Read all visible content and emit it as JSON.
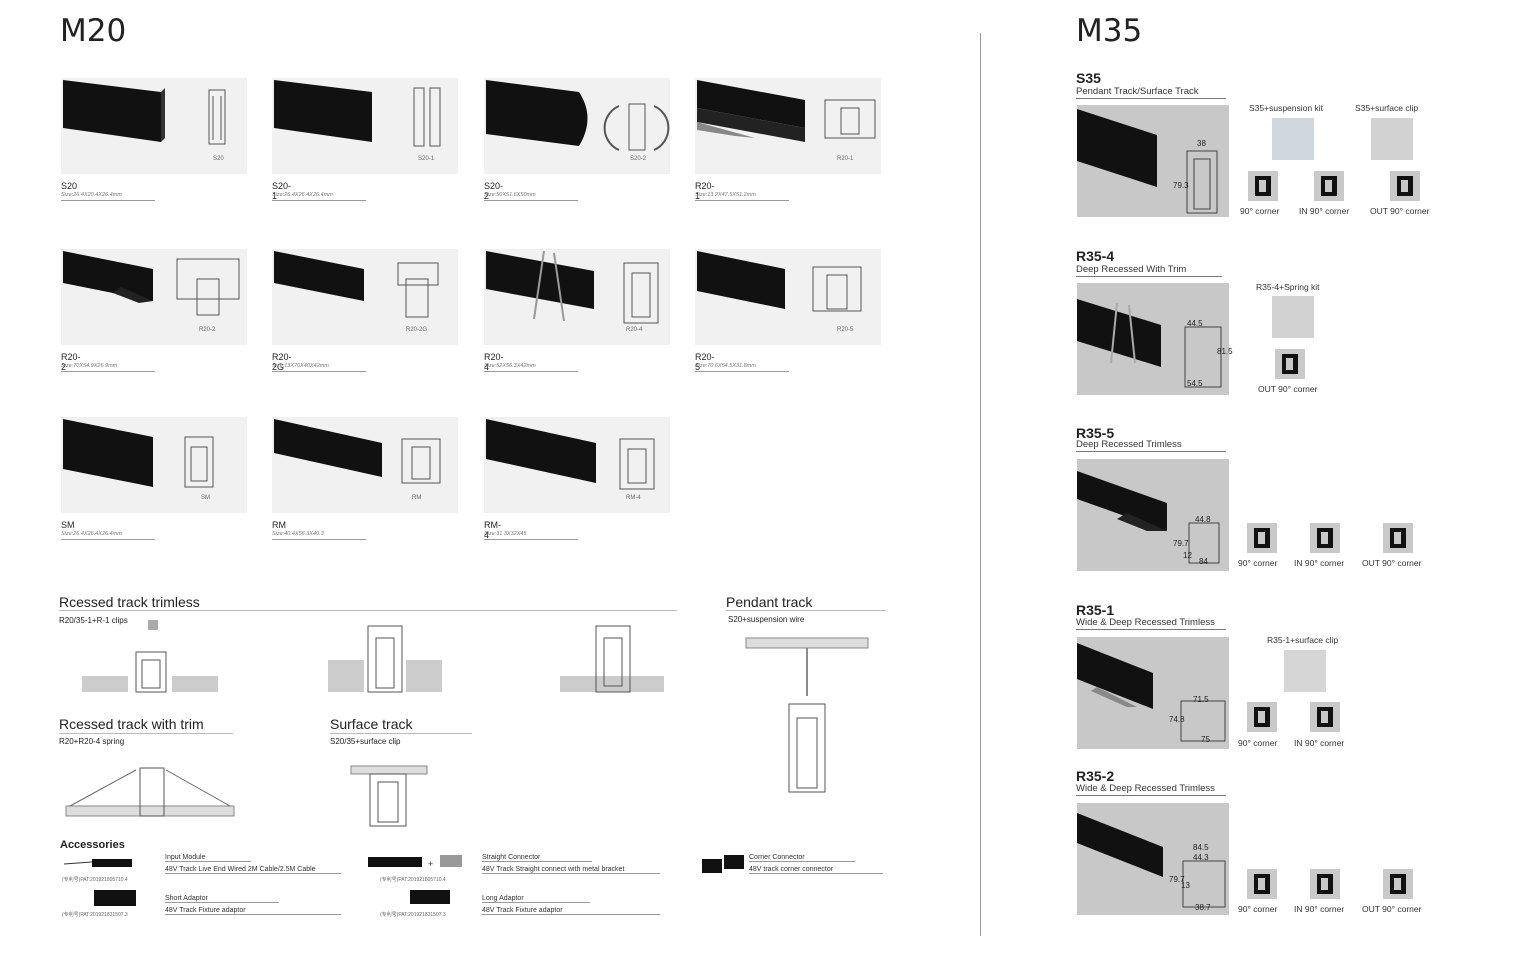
{
  "left_heading": "M20",
  "right_heading": "M35",
  "m20_products": [
    {
      "name": "S20",
      "size": "Size:26.4X20.4X26.4mm",
      "tag": "S20"
    },
    {
      "name": "S20-1",
      "size": "Size:26.4X26.4X26.4mm",
      "tag": "S20-1"
    },
    {
      "name": "S20-2",
      "size": "Size:50X51.6X50mm",
      "tag": "S20-2"
    },
    {
      "name": "R20-1",
      "size": "Size:13.2X47.5X51.2mm",
      "tag": "R20-1"
    },
    {
      "name": "R20-2",
      "size": "Size:70X54.9X26.9mm",
      "tag": "R20-2"
    },
    {
      "name": "R20-2G",
      "size": "Size:13X70X40X42mm",
      "tag": "R20-2G"
    },
    {
      "name": "R20-4",
      "size": "Size:52X56.3X42mm",
      "tag": "R20-4"
    },
    {
      "name": "R20-5",
      "size": "Size:70.6X54.5X31.8mm",
      "tag": "R20-5"
    },
    {
      "name": "SM",
      "size": "Size:26.4X26.4X26.4mm",
      "tag": "SM"
    },
    {
      "name": "RM",
      "size": "Size:40.4X56.3X40.3",
      "tag": "RM"
    },
    {
      "name": "RM-4",
      "size": "Size:31.3X32X45",
      "tag": "RM-4"
    }
  ],
  "installs": {
    "trimless": {
      "title": "Rcessed track trimless",
      "sub": "R20/35-1+R-1 clips"
    },
    "with_trim": {
      "title": "Rcessed track with trim",
      "sub": "R20+R20-4 spring"
    },
    "surface": {
      "title": "Surface track",
      "sub": "S20/35+surface clip"
    },
    "pendant": {
      "title": "Pendant track",
      "sub": "S20+suspension wire"
    }
  },
  "accessories": {
    "title": "Accessories",
    "items": [
      {
        "name": "Input Module",
        "desc": "48V Track Live End Wired 2M Cable/2.5M Cable",
        "pat": "(专利号)PAT:201921805710.4"
      },
      {
        "name": "Short Adaptor",
        "desc": "48V Track Fixture adaptor",
        "pat": "(专利号)PAT:201921831507.3"
      },
      {
        "name": "Straight Connector",
        "desc": "48V Track Straight connect with metal bracket",
        "pat": "(专利号)PAT:201921805710.4"
      },
      {
        "name": "Long Adaptor",
        "desc": "48V Track Fixture adaptor",
        "pat": "(专利号)PAT:201921831507.3"
      },
      {
        "name": "Corner Connector",
        "desc": "48V track corner connector"
      }
    ]
  },
  "m35": [
    {
      "code": "S35",
      "name": "Pendant Track/Surface Track",
      "dims": [
        "38",
        "79.3"
      ],
      "kits": [
        "S35+suspension kit",
        "S35+surface clip"
      ],
      "corners": [
        "90° corner",
        "IN 90° corner",
        "OUT 90° corner"
      ]
    },
    {
      "code": "R35-4",
      "name": "Deep Recessed With Trim",
      "dims": [
        "44.5",
        "81.5",
        "54.5"
      ],
      "kits": [
        "R35-4+Spring kit"
      ],
      "corners": [
        "OUT 90° corner"
      ]
    },
    {
      "code": "R35-5",
      "name": "Deep Recessed Trimless",
      "dims": [
        "44.8",
        "79.7",
        "12",
        "84"
      ],
      "kits": [],
      "corners": [
        "90° corner",
        "IN 90° corner",
        "OUT 90° corner"
      ]
    },
    {
      "code": "R35-1",
      "name": "Wide & Deep Recessed Trimless",
      "dims": [
        "71.5",
        "74.8",
        "75"
      ],
      "kits": [
        "R35-1+surface clip"
      ],
      "corners": [
        "90° corner",
        "IN 90° corner"
      ]
    },
    {
      "code": "R35-2",
      "name": "Wide & Deep Recessed Trimless",
      "dims": [
        "84.5",
        "44.3",
        "79.7",
        "13",
        "38.7"
      ],
      "kits": [],
      "corners": [
        "90° corner",
        "IN 90° corner",
        "OUT 90° corner"
      ]
    }
  ]
}
